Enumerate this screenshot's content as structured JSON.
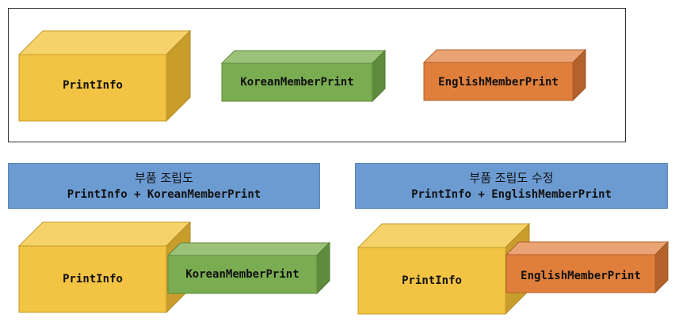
{
  "top": {
    "print_info": "PrintInfo",
    "korean": "KoreanMemberPrint",
    "english": "EnglishMemberPrint"
  },
  "left_panel": {
    "title": "부품 조립도",
    "subtitle": "PrintInfo  + KoreanMemberPrint",
    "base": "PrintInfo",
    "part": "KoreanMemberPrint"
  },
  "right_panel": {
    "title": "부품 조립도 수정",
    "subtitle": "PrintInfo  + EnglishMemberPrint",
    "base": "PrintInfo",
    "part": "EnglishMemberPrint"
  },
  "colors": {
    "yellow": "#f3c443",
    "green": "#7aad52",
    "orange": "#e07f3c",
    "banner": "#6c9bd2"
  }
}
